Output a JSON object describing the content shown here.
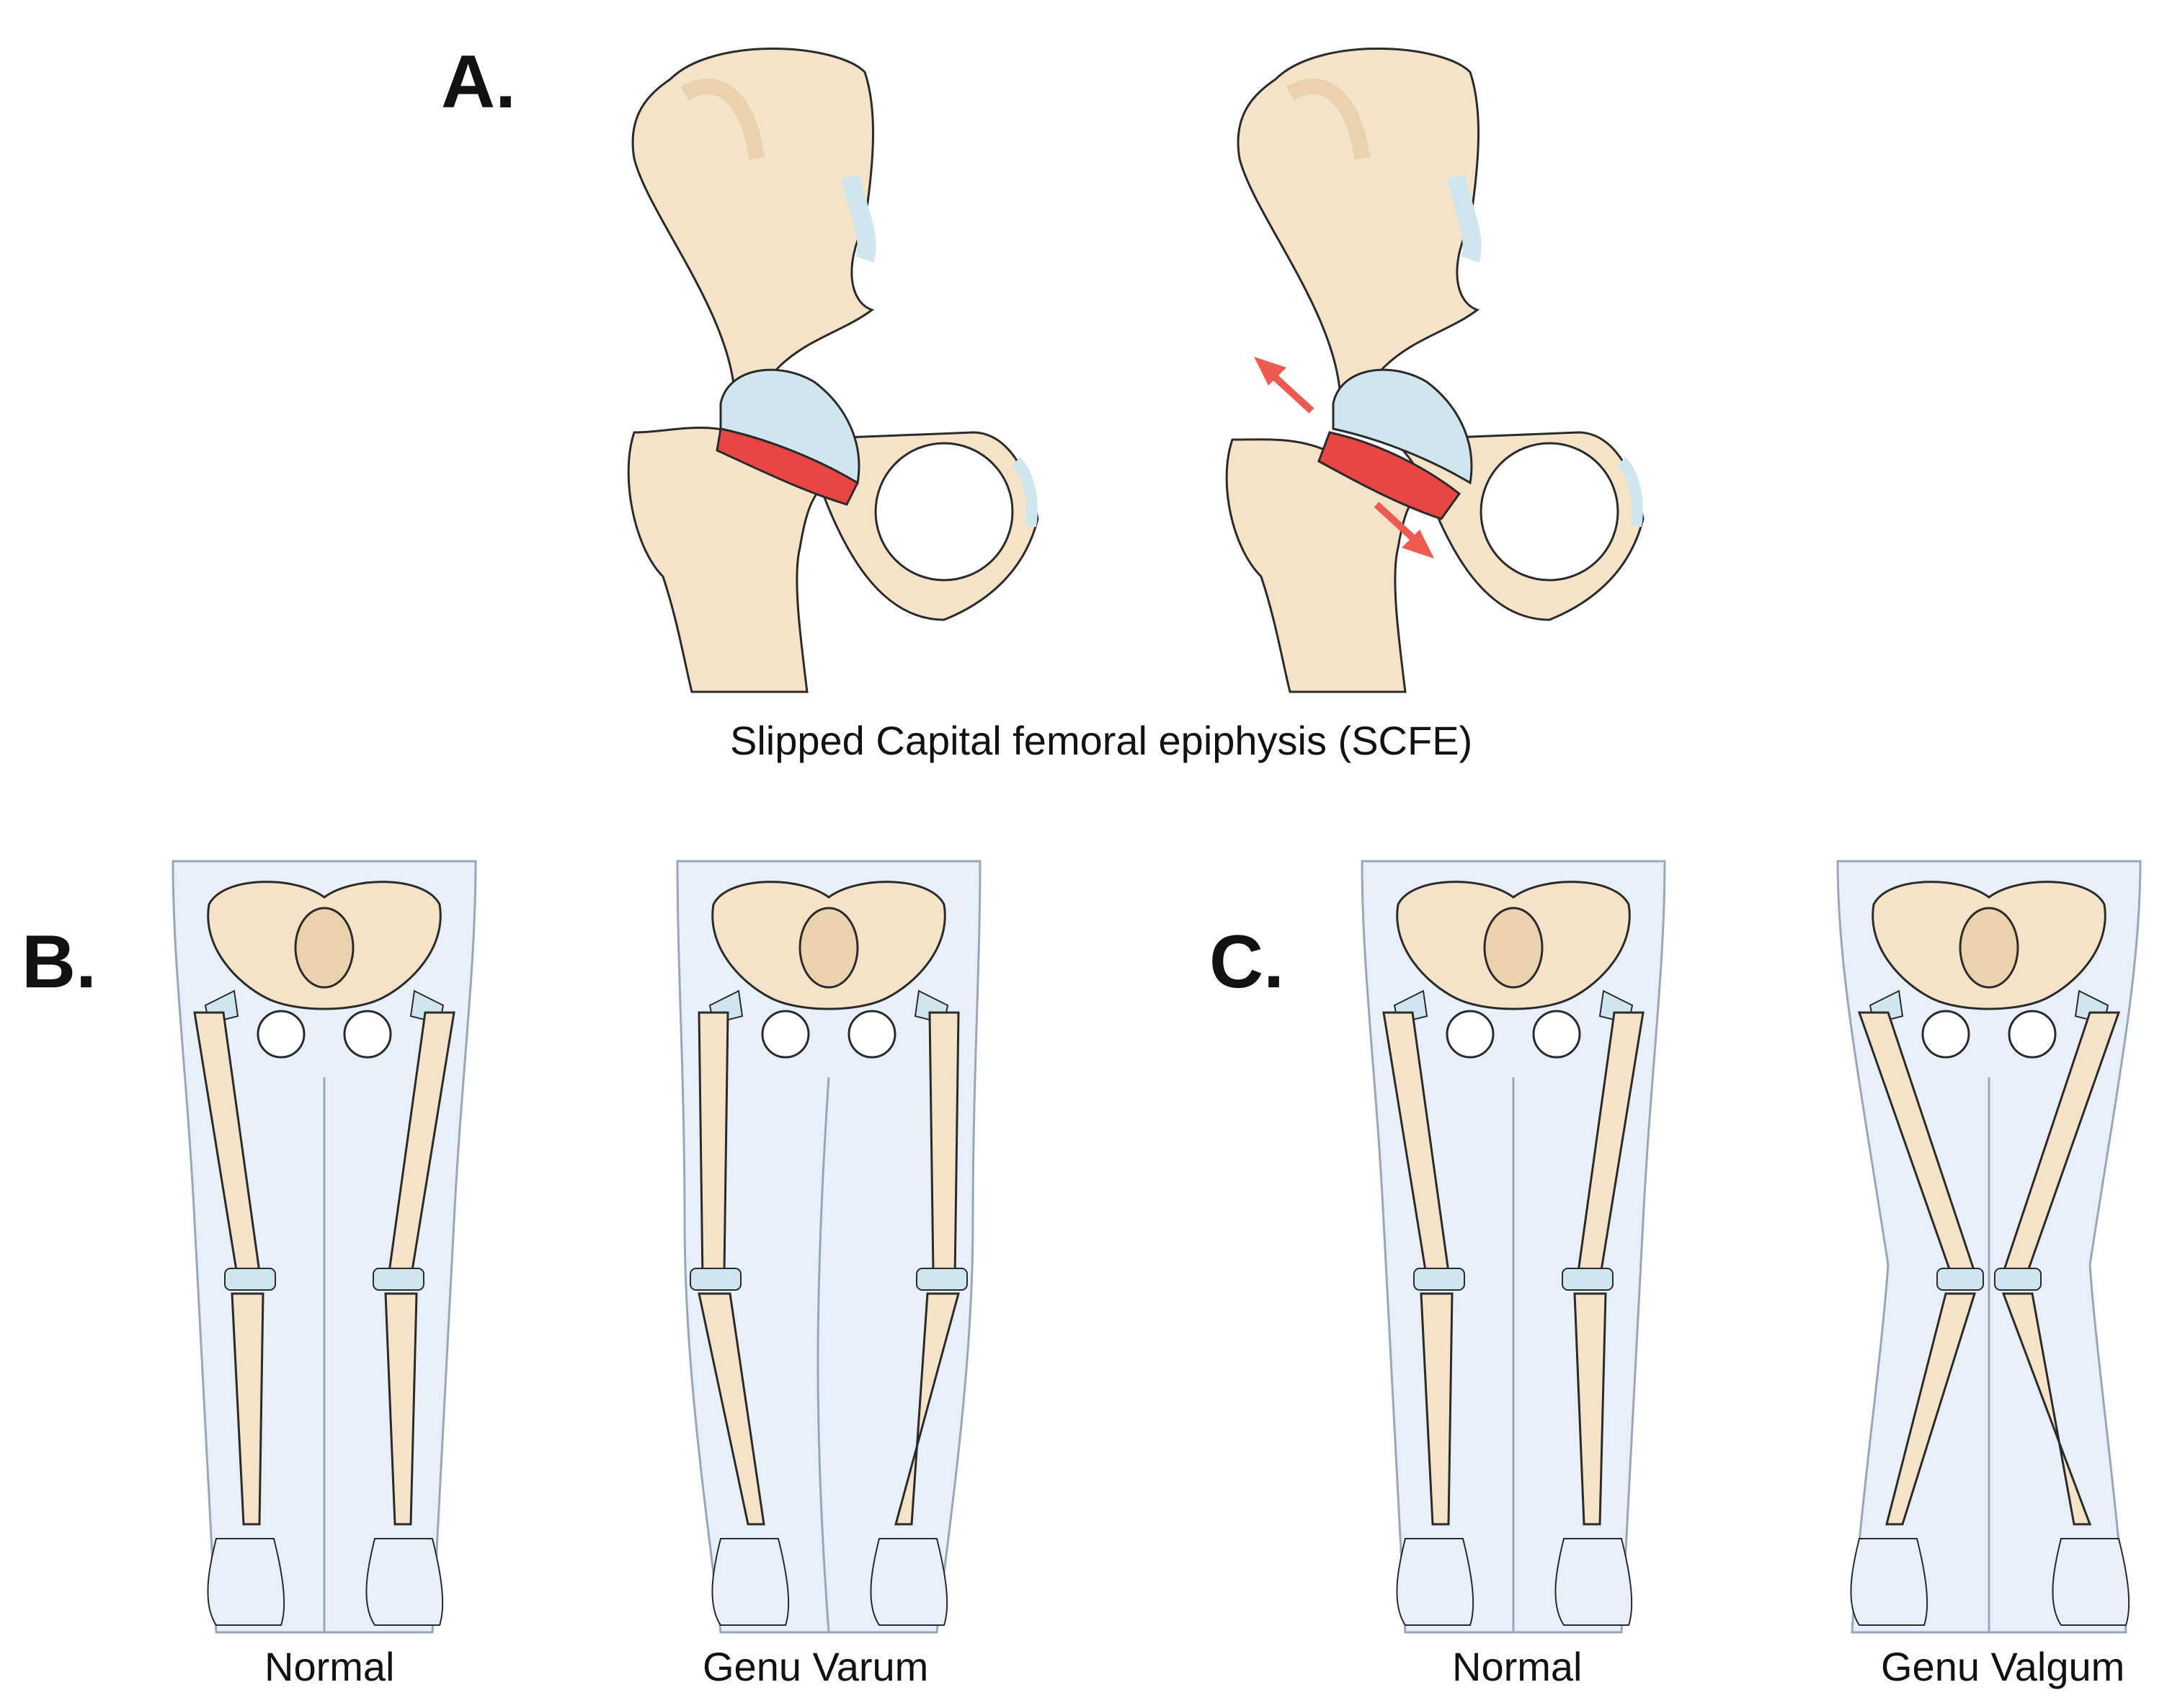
{
  "panels": {
    "a": {
      "letter": "A.",
      "caption": "Slipped Capital femoral epiphysis (SCFE)"
    },
    "b": {
      "letter": "B.",
      "captions": [
        "Normal",
        "Genu Varum"
      ]
    },
    "c": {
      "letter": "C.",
      "captions": [
        "Normal",
        "Genu Valgum"
      ]
    }
  },
  "colors": {
    "bone": "#f5e3c8",
    "bone_shadow": "#ead2ae",
    "cartilage": "#cfe6ee",
    "growth_plate": "#e84545",
    "arrow": "#ec5a50",
    "soft_tissue": "#e8eff9",
    "outline": "#2b2b2b"
  },
  "icons": {
    "normal_hip": "hip-joint-illustration",
    "slipped_hip": "slipped-hip-joint-illustration",
    "normal_legs": "lower-limb-skeleton-illustration",
    "varum_legs": "bowlegs-skeleton-illustration",
    "valgum_legs": "knock-knees-skeleton-illustration"
  }
}
